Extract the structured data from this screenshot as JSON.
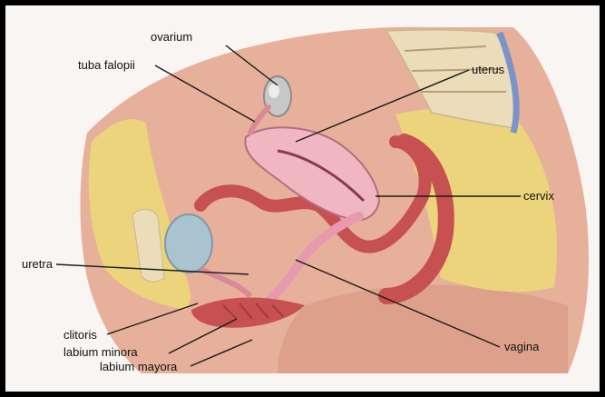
{
  "labels": {
    "ovarium": "ovarium",
    "tuba_falopii": "tuba falopii",
    "uterus": "uterus",
    "cervix": "cervix",
    "uretra": "uretra",
    "clitoris": "clitoris",
    "labium_minora": "labium minora",
    "labium_mayora": "labium mayora",
    "vagina": "vagina"
  },
  "colors": {
    "border": "#000000",
    "background": "#f8f5f3",
    "skin": "#e7b09a",
    "fat": "#ecd47c",
    "muscle": "#c65150",
    "uterus_pink": "#f0b6c2",
    "bladder": "#a9c3cf",
    "bone": "#ebdcba",
    "leader_line": "#1a1a1a"
  }
}
